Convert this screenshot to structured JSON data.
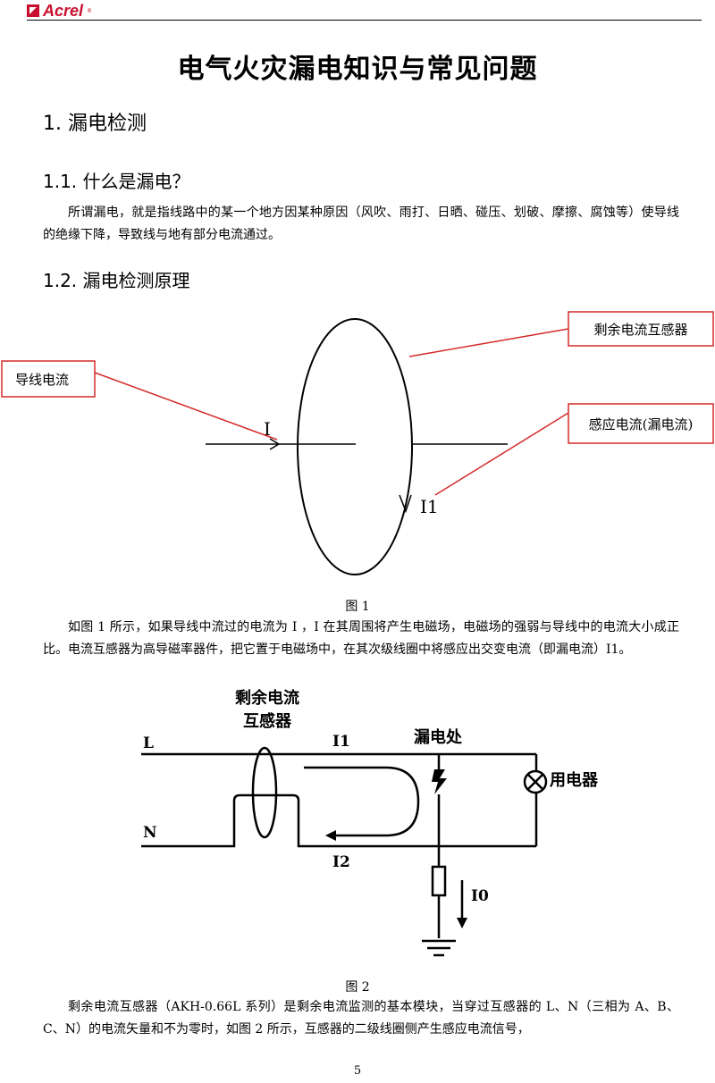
{
  "header": {
    "logo_text": "Acrel",
    "logo_reg": "®"
  },
  "doc_title": "电气火灾漏电知识与常见问题",
  "sections": {
    "s1": "1. 漏电检测",
    "s1_1": "1.1. 什么是漏电？",
    "s1_2": "1.2. 漏电检测原理"
  },
  "paragraphs": {
    "p1": "所谓漏电，就是指线路中的某一个地方因某种原因（风吹、雨打、日晒、碰压、划破、摩擦、腐蚀等）使导线的绝缘下降，导致线与地有部分电流通过。",
    "p2": "如图 1 所示，如果导线中流过的电流为 I ，I 在其周围将产生电磁场，电磁场的强弱与导线中的电流大小成正比。电流互感器为高导磁率器件，把它置于电磁场中，在其次级线圈中将感应出交变电流（即漏电流）I1。",
    "p3": "剩余电流互感器（AKH-0.66L 系列）是剩余电流监测的基本模块，当穿过互感器的 L、N（三相为 A、B、C、N）的电流矢量和不为零时，如图 2 所示，互感器的二级线圈侧产生感应电流信号，"
  },
  "figure1": {
    "caption": "图 1",
    "label_residual_ct": "剩余电流互感器",
    "label_wire_current": "导线电流",
    "label_induced_current": "感应电流(漏电流)",
    "label_I": "I",
    "label_I1": "I1",
    "accent_color": "#d42a2a"
  },
  "figure2": {
    "caption": "图 2",
    "label_ct_line1": "剩余电流",
    "label_ct_line2": "互感器",
    "label_L": "L",
    "label_N": "N",
    "label_I1": "I1",
    "label_I2": "I2",
    "label_leak_point": "漏电处",
    "label_appliance": "用电器",
    "label_I0": "I0"
  },
  "page_number": "5"
}
